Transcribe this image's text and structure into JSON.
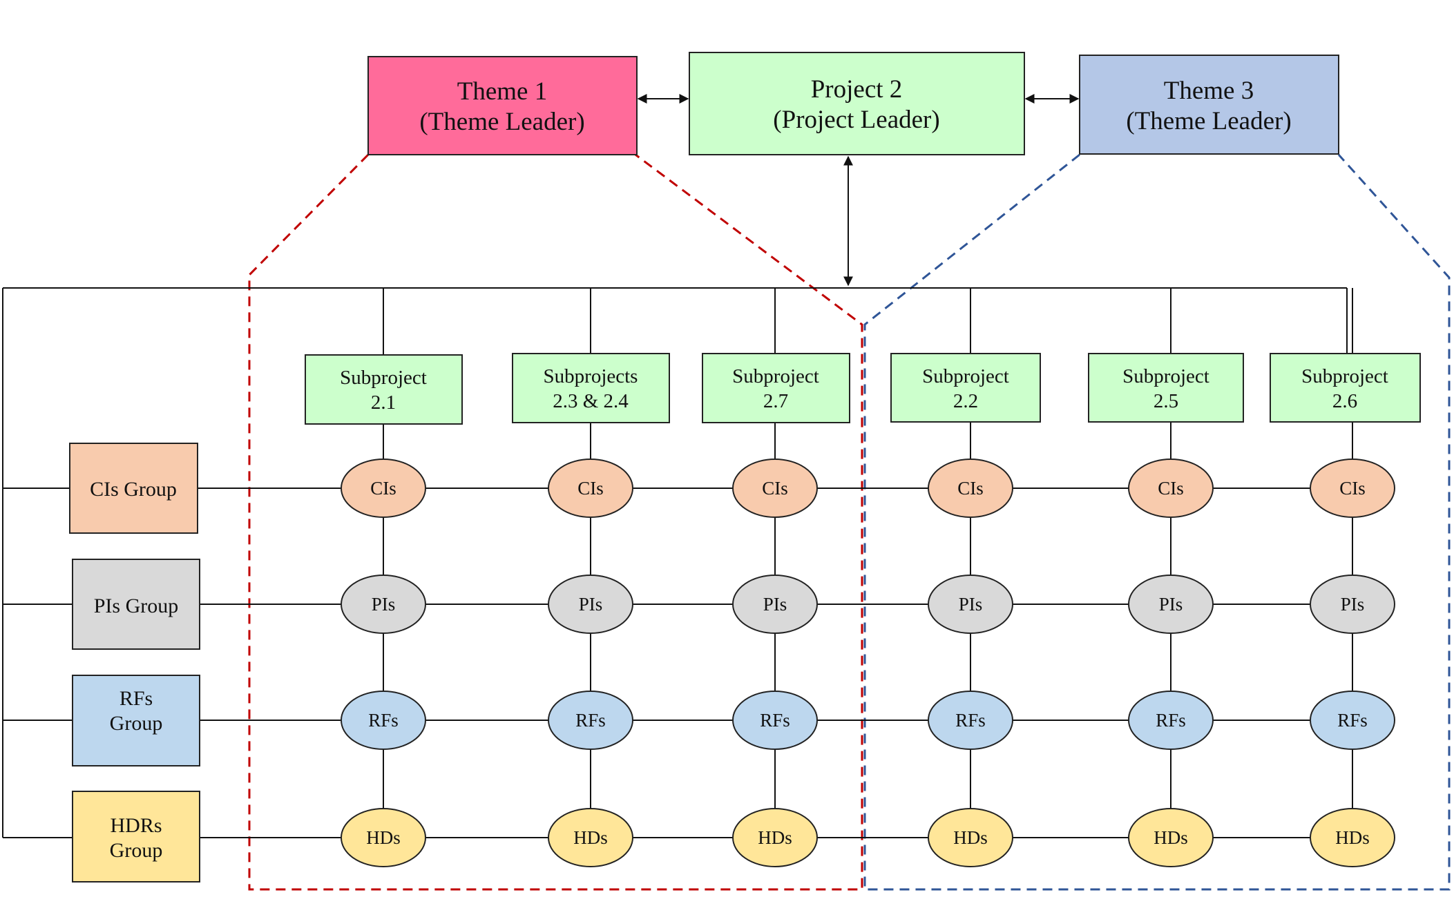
{
  "top": {
    "theme1": {
      "line1": "Theme 1",
      "line2": "(Theme Leader)"
    },
    "project2": {
      "line1": "Project 2",
      "line2": "(Project Leader)"
    },
    "theme3": {
      "line1": "Theme 3",
      "line2": "(Theme Leader)"
    }
  },
  "subprojects": [
    {
      "line1": "Subproject",
      "line2": "2.1"
    },
    {
      "line1": "Subprojects",
      "line2": "2.3 & 2.4"
    },
    {
      "line1": "Subproject",
      "line2": "2.7"
    },
    {
      "line1": "Subproject",
      "line2": "2.2"
    },
    {
      "line1": "Subproject",
      "line2": "2.5"
    },
    {
      "line1": "Subproject",
      "line2": "2.6"
    }
  ],
  "groups": [
    {
      "line1": "CIs Group",
      "line2": ""
    },
    {
      "line1": "PIs Group",
      "line2": ""
    },
    {
      "line1": "RFs",
      "line2": "Group"
    },
    {
      "line1": "HDRs",
      "line2": "Group"
    }
  ],
  "node_labels": [
    "CIs",
    "PIs",
    "RFs",
    "HDs"
  ],
  "colors": {
    "theme1": "#ff6b9a",
    "project": "#ccffcc",
    "theme3": "#b4c7e7",
    "cis": "#f8cbad",
    "pis": "#d9d9d9",
    "rfs": "#bdd7ee",
    "hds": "#ffe699",
    "dash_red": "#c00000",
    "dash_blue": "#2f5597"
  }
}
